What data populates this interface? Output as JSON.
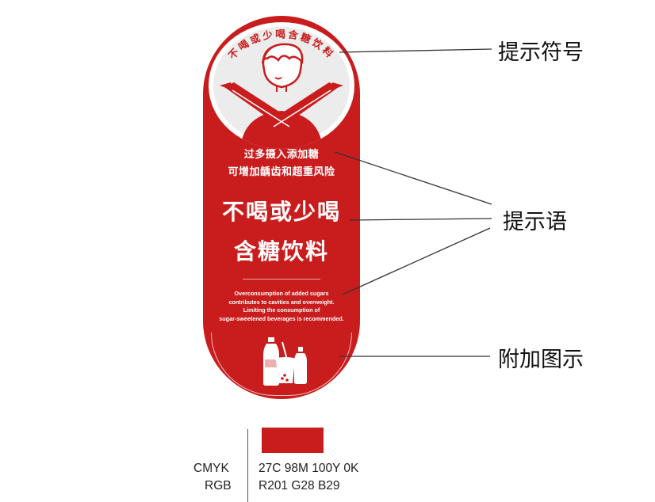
{
  "sign": {
    "emblem_arc_text": "不喝或少喝含糖饮料",
    "line1": "过多摄入添加糖",
    "line2": "可增加龋齿和超重风险",
    "headline1": "不喝或少喝",
    "headline2": "含糖饮料",
    "english": [
      "Overconsumption of added sugars",
      "contributes to cavities and overweight.",
      "Limiting the consumption of",
      "sugar-sweetened beverages is recommended."
    ],
    "color": "#c91c1d"
  },
  "callouts": {
    "symbol": "提示符号",
    "message": "提示语",
    "illustration": "附加图示"
  },
  "color_spec": {
    "cmyk_label": "CMYK",
    "rgb_label": "RGB",
    "cmyk_value": "27C 98M 100Y 0K",
    "rgb_value": "R201 G28 B29",
    "swatch_hex": "#c91c1d"
  }
}
